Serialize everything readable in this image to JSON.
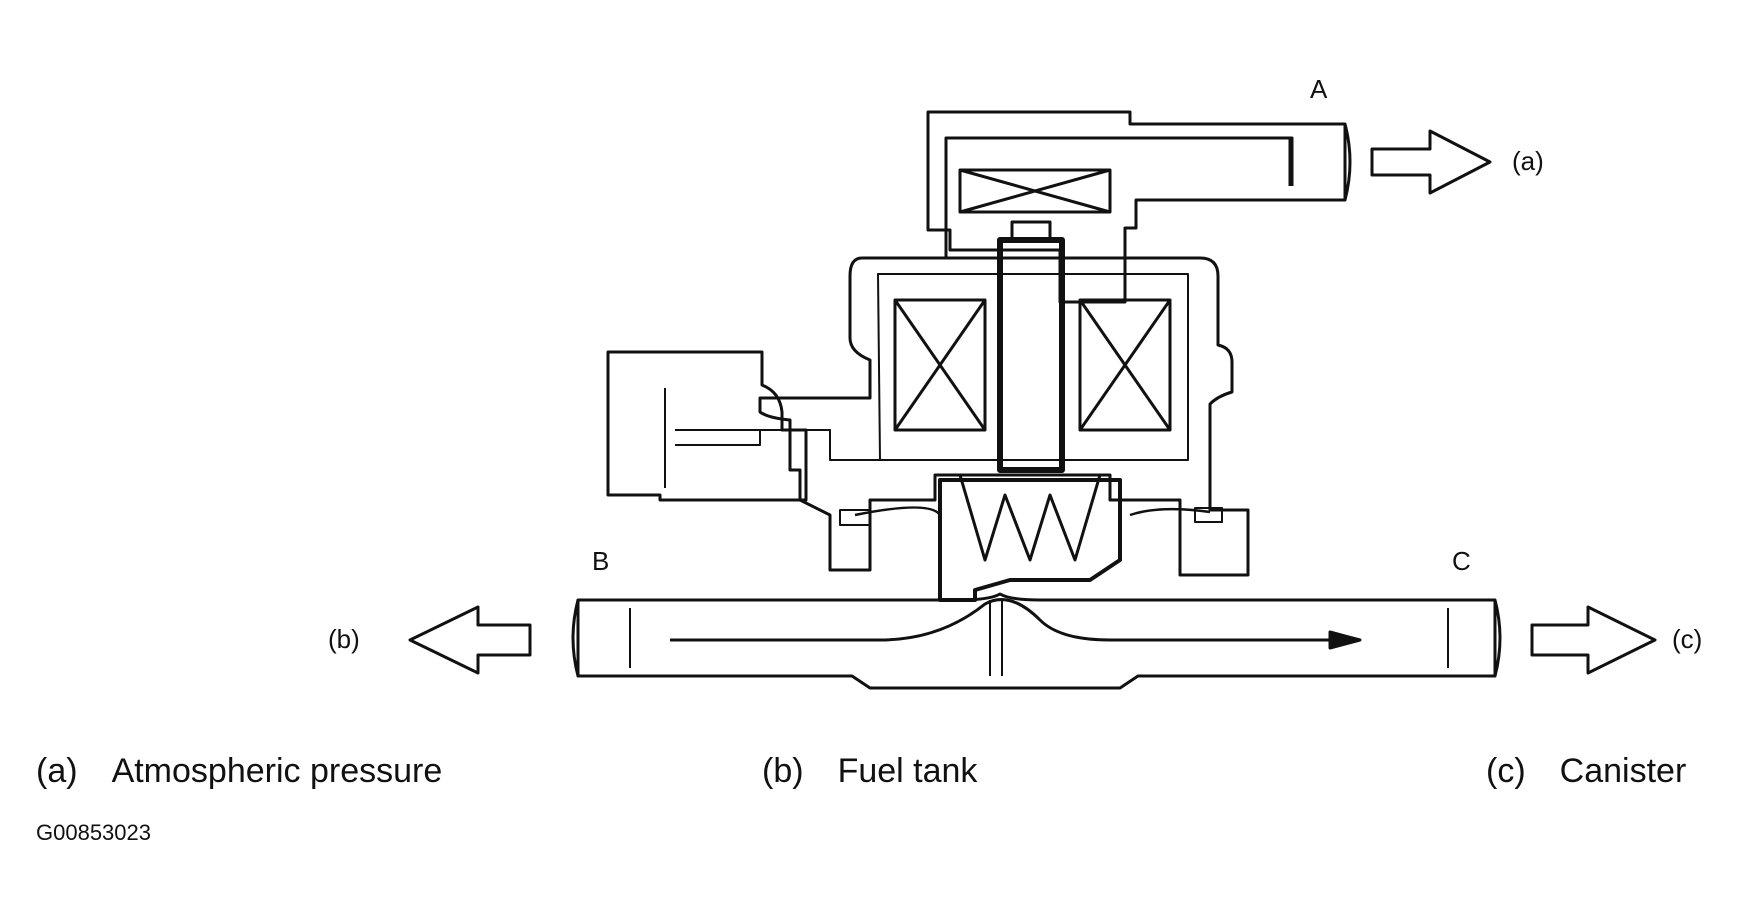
{
  "ports": {
    "A": "A",
    "B": "B",
    "C": "C"
  },
  "flow_labels": {
    "a": "(a)",
    "b": "(b)",
    "c": "(c)"
  },
  "legend": [
    {
      "key": "(a)",
      "text": "Atmospheric pressure"
    },
    {
      "key": "(b)",
      "text": "Fuel tank"
    },
    {
      "key": "(c)",
      "text": "Canister"
    }
  ],
  "figure_id": "G00853023"
}
